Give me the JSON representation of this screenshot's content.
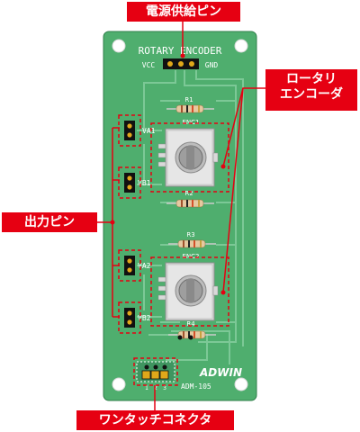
{
  "board": {
    "title": "ROTARY ENCODER",
    "vcc_label": "VCC",
    "gnd_label": "GND",
    "logo": "ADWIN",
    "model": "ADM-105",
    "colors": {
      "pcb": "#4fae6e",
      "pcb_light": "#7cc896",
      "trace": "#3c9a5c",
      "silk": "#ffffff",
      "callout": "#e60012",
      "pin_gold": "#e0a81a"
    }
  },
  "components": {
    "resistors": [
      "R1",
      "R2",
      "R3",
      "R4"
    ],
    "encoders": [
      "ENC1",
      "ENC2"
    ],
    "output_pins": [
      "VA1",
      "VB1",
      "VA2",
      "VB2"
    ]
  },
  "connector_pins": [
    "1",
    "2",
    "3"
  ],
  "callouts": {
    "power_pin": "電源供給ピン",
    "encoder_line1": "ロータリ",
    "encoder_line2": "エンコーダ",
    "output_pin": "出力ピン",
    "connector": "ワンタッチコネクタ"
  }
}
